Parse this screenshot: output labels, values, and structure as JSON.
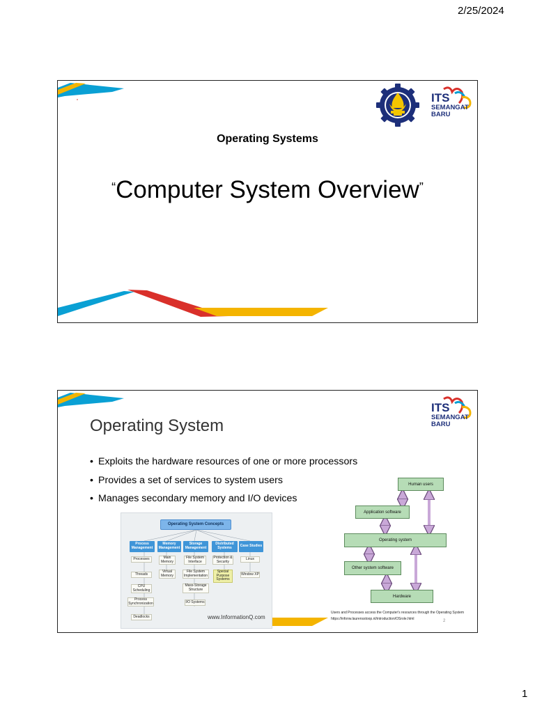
{
  "page": {
    "date": "2/25/2024",
    "number": "1"
  },
  "slide1": {
    "subtitle": "Operating Systems",
    "title": "Computer System Overview",
    "open_quote": "“",
    "close_quote": "”",
    "its_logo": {
      "line1": "ITS",
      "line2": "SEMANGAT",
      "line3": "BARU"
    },
    "colors": {
      "blue": "#0aa0d4",
      "yellow": "#f4b400",
      "red": "#d9302a",
      "navy": "#1d2f7a"
    }
  },
  "slide2": {
    "title": "Operating System",
    "bullets": [
      "Exploits the hardware resources of one or more processors",
      "Provides a set of services to system users",
      "Manages secondary memory and I/O devices"
    ],
    "its_logo": {
      "line1": "ITS",
      "line2": "SEMANGAT",
      "line3": "BARU"
    },
    "concepts": {
      "title": "Operating System Concepts",
      "columns": [
        {
          "header": "Process Management",
          "items": [
            "Processes",
            "Threads",
            "CPU Scheduling",
            "Process Synchronization",
            "Deadlocks"
          ]
        },
        {
          "header": "Memory Management",
          "items": [
            "Main Memory",
            "Virtual Memory"
          ]
        },
        {
          "header": "Storage Management",
          "items": [
            "File System Interface",
            "File System Implementation",
            "Mass-Storage Structure",
            "I/O Systems"
          ]
        },
        {
          "header": "Distributed Systems",
          "items": [
            "Protection & Security",
            "Special Purpose Systems"
          ]
        },
        {
          "header": "Case Studies",
          "items": [
            "Linux",
            "Window XP"
          ]
        }
      ],
      "watermark": "www.InformationQ.com"
    },
    "os_diagram": {
      "layers": [
        "Human users",
        "Application software",
        "Operating system",
        "Other system software",
        "Hardware"
      ],
      "caption": "Users and Processes access the Computer's resources through the Operating System",
      "url": "https://infonw.laurensstoop.nl/introduction/OSrole.html",
      "slide_number": "2"
    }
  }
}
